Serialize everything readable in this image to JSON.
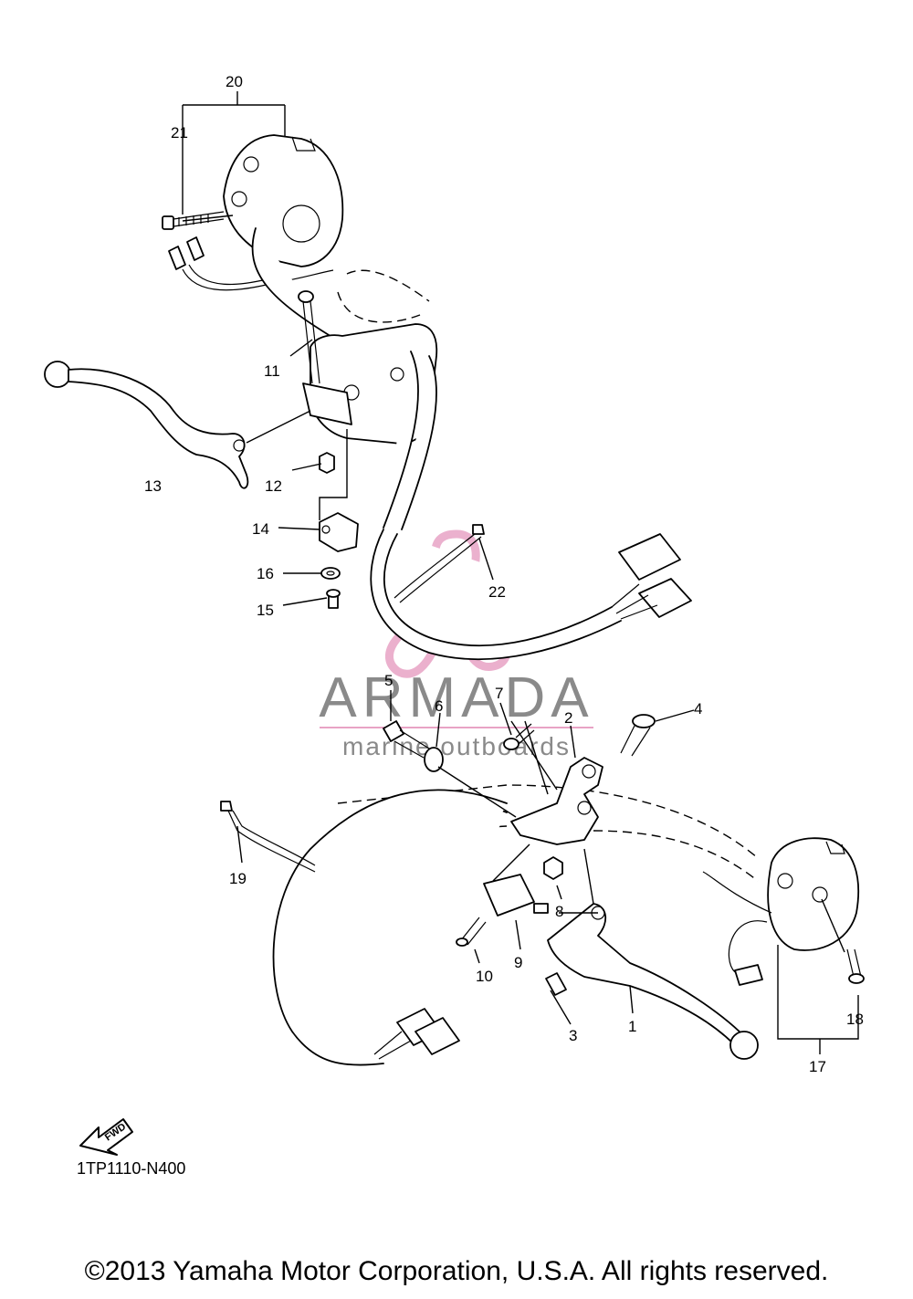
{
  "diagram_code": "1TP1110-N400",
  "copyright": "©2013 Yamaha Motor Corporation, U.S.A. All rights reserved.",
  "fwd_label": "FWD",
  "watermark": {
    "brand": "ARMADA",
    "tagline": "marine outboards",
    "color": "#e8a3c5",
    "text_color": "#8a8a8a"
  },
  "callouts": [
    "1",
    "2",
    "3",
    "4",
    "5",
    "6",
    "7",
    "8",
    "9",
    "10",
    "11",
    "12",
    "13",
    "14",
    "15",
    "16",
    "17",
    "18",
    "19",
    "20",
    "21",
    "22"
  ],
  "icons": [
    "propeller-logo-icon",
    "fwd-arrow-icon"
  ]
}
